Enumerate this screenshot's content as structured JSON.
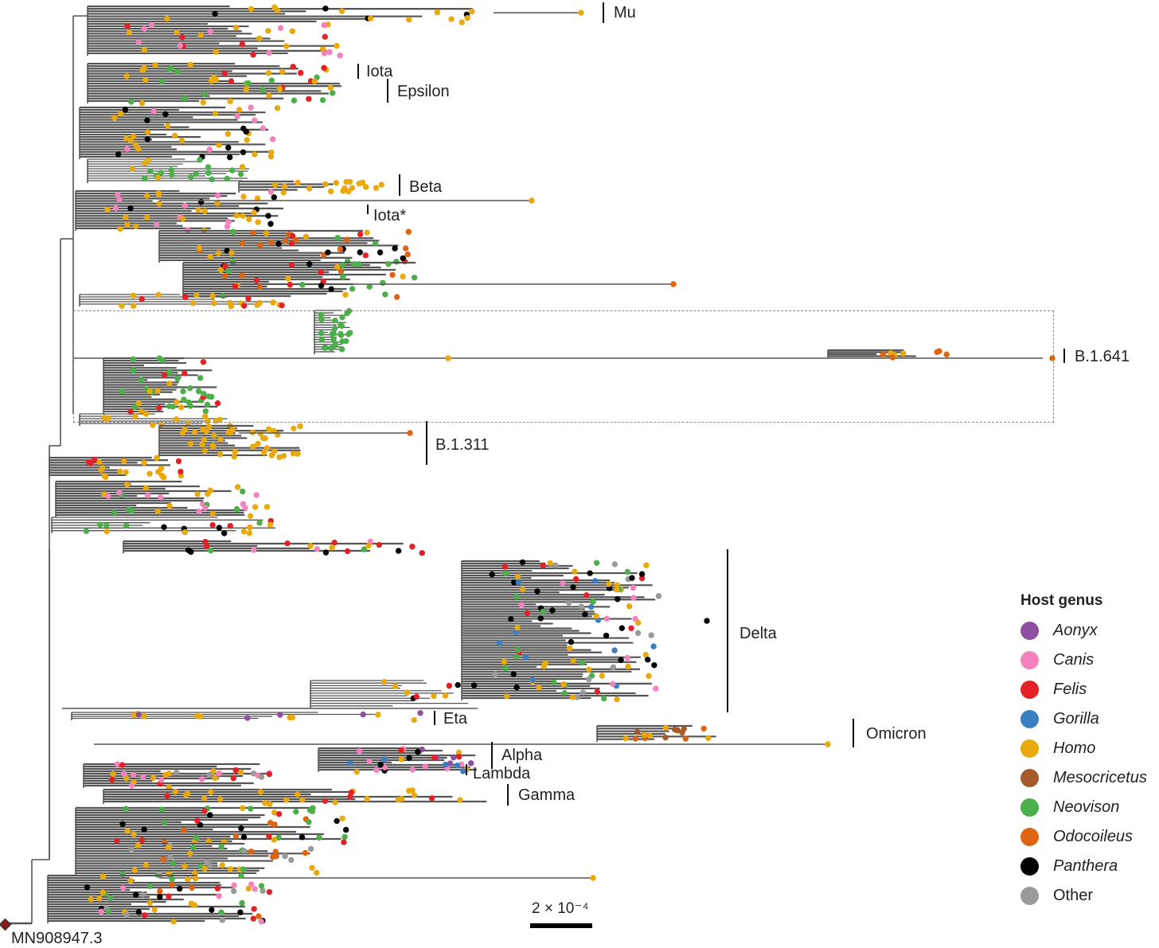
{
  "root": {
    "label": "MN908947.3"
  },
  "scale": {
    "label": "2 × 10⁻⁴"
  },
  "legend": {
    "title": "Host genus",
    "items": [
      {
        "label": "Aonyx",
        "color": "#8e4fa2",
        "italic": true
      },
      {
        "label": "Canis",
        "color": "#f283bd",
        "italic": true
      },
      {
        "label": "Felis",
        "color": "#e32127",
        "italic": true
      },
      {
        "label": "Gorilla",
        "color": "#3a7fc1",
        "italic": true
      },
      {
        "label": "Homo",
        "color": "#e9a90d",
        "italic": true
      },
      {
        "label": "Mesocricetus",
        "color": "#a55a2c",
        "italic": true
      },
      {
        "label": "Neovison",
        "color": "#4cb04a",
        "italic": true
      },
      {
        "label": "Odocoileus",
        "color": "#dd6411",
        "italic": true
      },
      {
        "label": "Panthera",
        "color": "#000000",
        "italic": true
      },
      {
        "label": "Other",
        "color": "#9a9a9a",
        "italic": false
      }
    ]
  },
  "clades": {
    "mu": "Mu",
    "iota": "Iota",
    "epsilon": "Epsilon",
    "beta": "Beta",
    "iota_star": "Iota*",
    "b1641": "B.1.641",
    "b1311": "B.1.311",
    "delta": "Delta",
    "eta": "Eta",
    "omicron": "Omicron",
    "alpha": "Alpha",
    "lambda": "Lambda",
    "gamma": "Gamma"
  },
  "branch_color": "#555555"
}
